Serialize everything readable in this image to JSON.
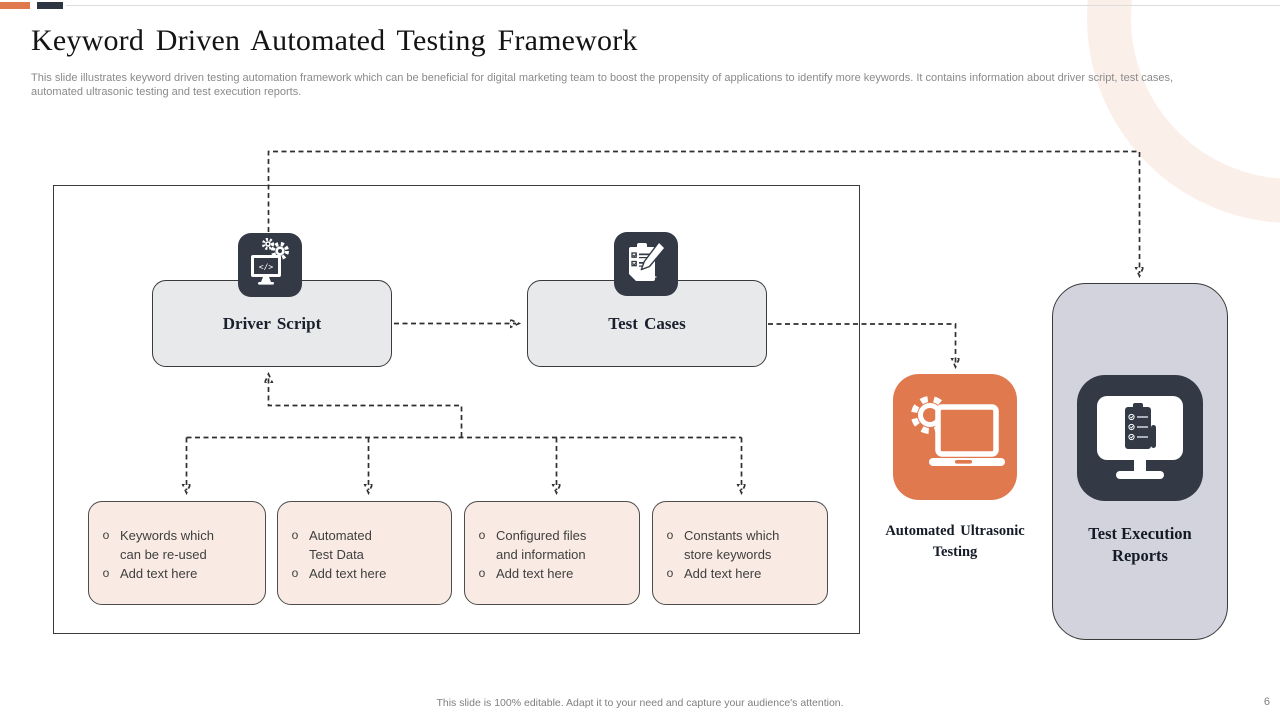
{
  "slide": {
    "title": "Keyword Driven Automated Testing Framework",
    "description": "This slide illustrates keyword driven testing automation framework which can be beneficial for digital marketing team to boost the propensity of applications to identify more keywords. It contains information about driver script, test cases, automated ultrasonic testing and test execution reports.",
    "footer": "This slide is 100% editable. Adapt it to your need and capture your audience's attention.",
    "page_number": "6"
  },
  "colors": {
    "accent_orange": "#E0794E",
    "dark_navy": "#333A46",
    "node_gray": "#E8E9EB",
    "peach": "#F9EBE3",
    "lavender_gray": "#D2D3DC",
    "ring_peach": "#FBEFE9"
  },
  "diagram": {
    "bullet_char": "o",
    "driver_script": {
      "label": "Driver Script",
      "icon": "monitor-code-gears-icon"
    },
    "test_cases": {
      "label": "Test Cases",
      "icon": "clipboard-checklist-pencil-icon"
    },
    "keyword_boxes": [
      {
        "items": [
          "Keywords which can be re-used",
          "Add text here"
        ]
      },
      {
        "items": [
          "Automated Test Data",
          "Add text here"
        ]
      },
      {
        "items": [
          "Configured files and information",
          "Add text here"
        ]
      },
      {
        "items": [
          "Constants which store keywords",
          "Add text here"
        ]
      }
    ],
    "automated_ultrasonic_testing": {
      "label": "Automated Ultrasonic Testing",
      "icon": "laptop-gear-icon"
    },
    "test_execution_reports": {
      "label": "Test Execution Reports",
      "icon": "monitor-checklist-icon"
    }
  }
}
